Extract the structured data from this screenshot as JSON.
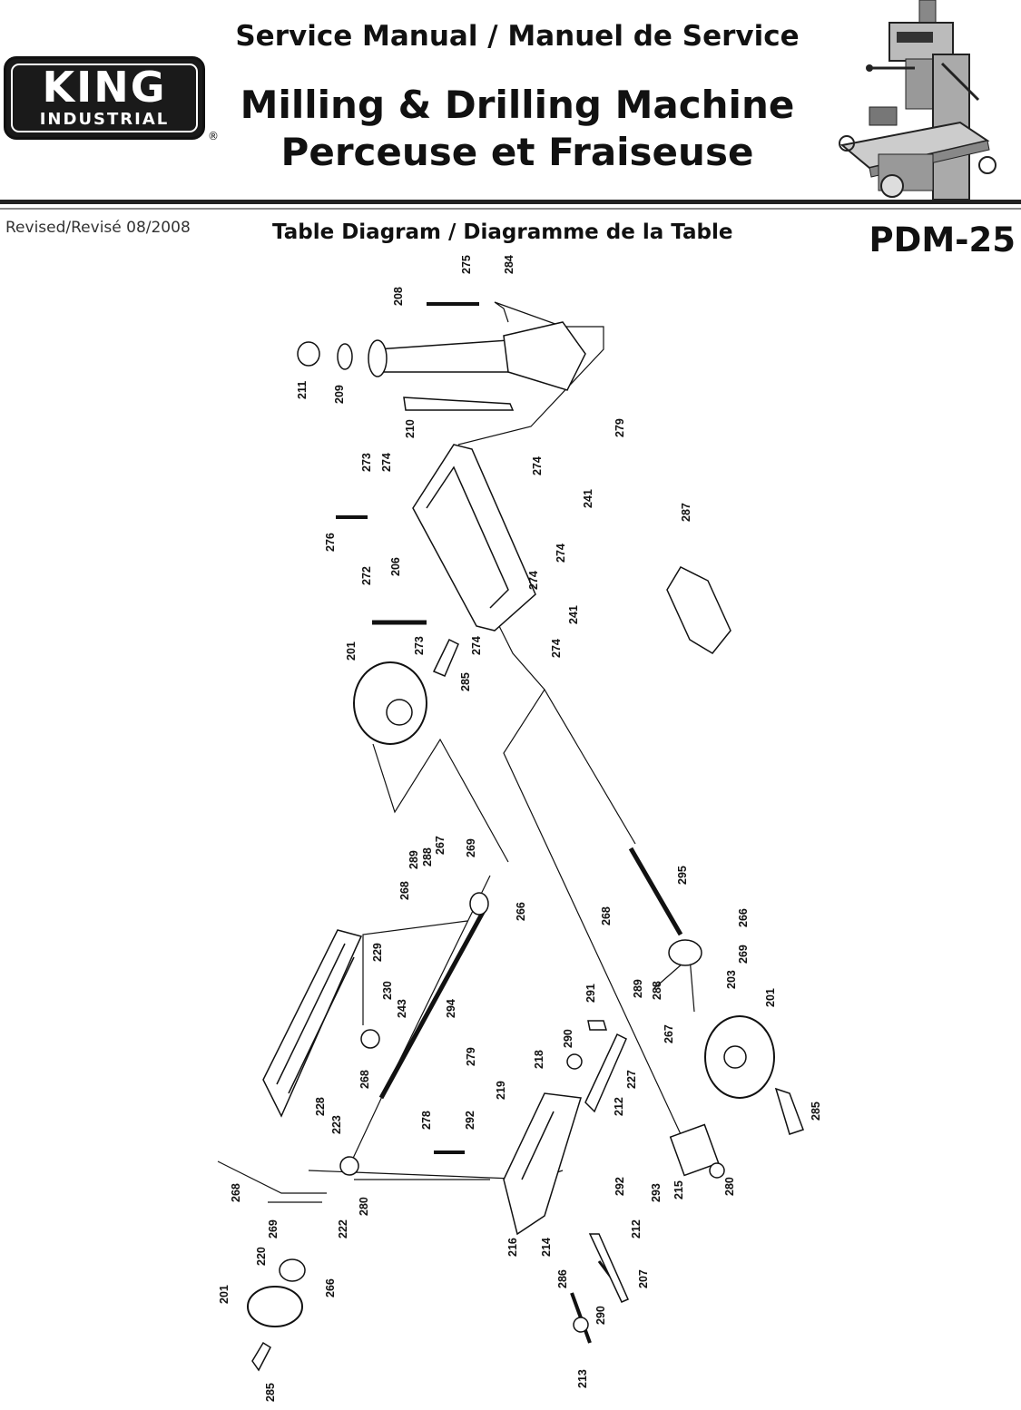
{
  "header": {
    "service_manual": "Service Manual / Manuel de Service",
    "title_en": "Milling & Drilling Machine",
    "title_fr": "Perceuse et Fraiseuse",
    "logo_word": "KING",
    "logo_sub": "INDUSTRIAL",
    "registered": "®"
  },
  "revised": "Revised/Revisé 08/2008",
  "subtitle": "Table Diagram / Diagramme de la Table",
  "model": "PDM-25",
  "part_labels": [
    "275",
    "284",
    "208",
    "211",
    "209",
    "210",
    "279",
    "273",
    "274",
    "274",
    "241",
    "276",
    "206",
    "274",
    "287",
    "272",
    "274",
    "241",
    "273",
    "274",
    "274",
    "201",
    "285",
    "289",
    "267",
    "288",
    "269",
    "268",
    "266",
    "295",
    "268",
    "266",
    "229",
    "230",
    "243",
    "294",
    "269",
    "289",
    "203",
    "288",
    "201",
    "267",
    "291",
    "279",
    "290",
    "218",
    "227",
    "219",
    "268",
    "228",
    "278",
    "292",
    "212",
    "223",
    "285",
    "268",
    "280",
    "215",
    "292",
    "280",
    "269",
    "293",
    "222",
    "212",
    "220",
    "216",
    "214",
    "286",
    "207",
    "201",
    "266",
    "290",
    "213",
    "285"
  ]
}
